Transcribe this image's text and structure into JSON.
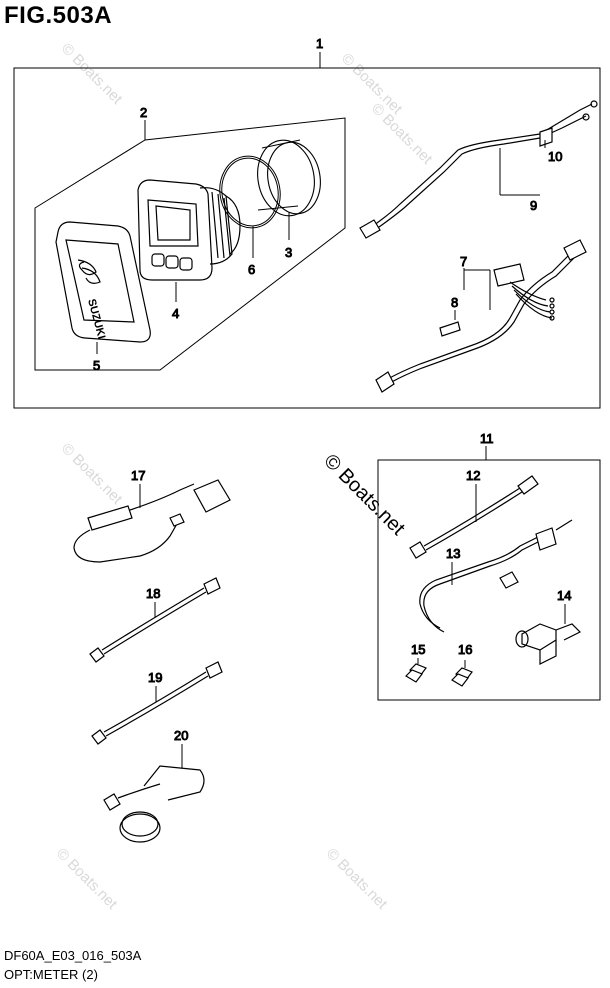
{
  "figure": {
    "title": "FIG.503A",
    "code": "DF60A_E03_016_503A",
    "name": "OPT:METER (2)"
  },
  "watermark": {
    "text": "© Boats.net"
  },
  "callouts": [
    "1",
    "2",
    "3",
    "4",
    "5",
    "6",
    "7",
    "8",
    "9",
    "10",
    "11",
    "12",
    "13",
    "14",
    "15",
    "16",
    "17",
    "18",
    "19",
    "20"
  ],
  "meter_logo": "SUZUKI"
}
